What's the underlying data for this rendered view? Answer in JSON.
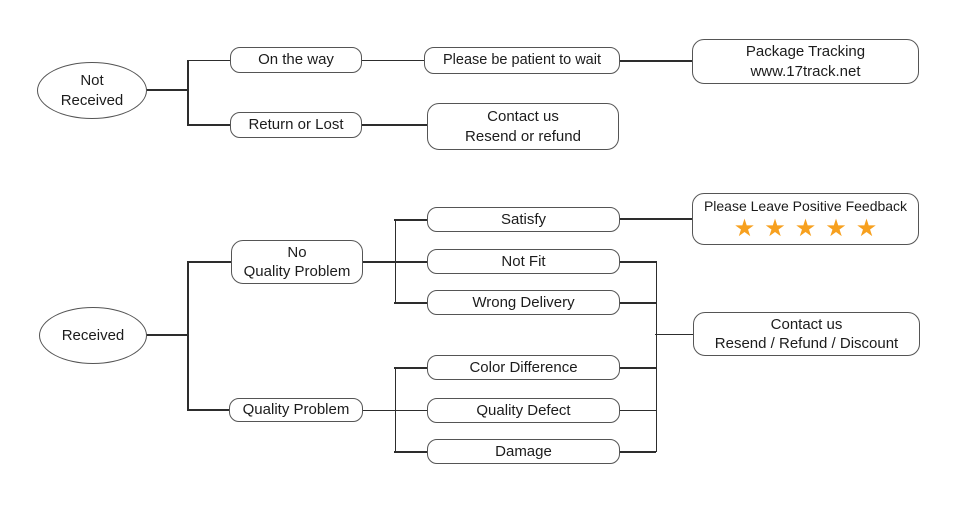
{
  "diagram_title": "Package delivery customer-service flowchart",
  "colors": {
    "background": "#ffffff",
    "line": "#2d2d2d",
    "box_border": "#555555",
    "text": "#1c1c1c",
    "star": "#f7a01e"
  },
  "nodes": {
    "not_received": {
      "line1": "Not",
      "line2": "Received"
    },
    "received": {
      "label": "Received"
    },
    "on_the_way": {
      "label": "On the way"
    },
    "return_or_lost": {
      "label": "Return or Lost"
    },
    "please_be_patient": {
      "label": "Please be patient to wait"
    },
    "package_tracking": {
      "line1": "Package Tracking",
      "line2": "www.17track.net"
    },
    "contact_resend_refund": {
      "line1": "Contact us",
      "line2": "Resend or refund"
    },
    "no_quality_problem": {
      "line1": "No",
      "line2": "Quality Problem"
    },
    "quality_problem": {
      "label": "Quality Problem"
    },
    "satisfy": {
      "label": "Satisfy"
    },
    "not_fit": {
      "label": "Not Fit"
    },
    "wrong_delivery": {
      "label": "Wrong Delivery"
    },
    "color_difference": {
      "label": "Color Difference"
    },
    "quality_defect": {
      "label": "Quality Defect"
    },
    "damage": {
      "label": "Damage"
    },
    "positive_feedback": {
      "label": "Please Leave Positive Feedback",
      "star_glyph": "★",
      "star_count": "5"
    },
    "contact_discount": {
      "line1": "Contact us",
      "line2": "Resend / Refund / Discount"
    }
  }
}
